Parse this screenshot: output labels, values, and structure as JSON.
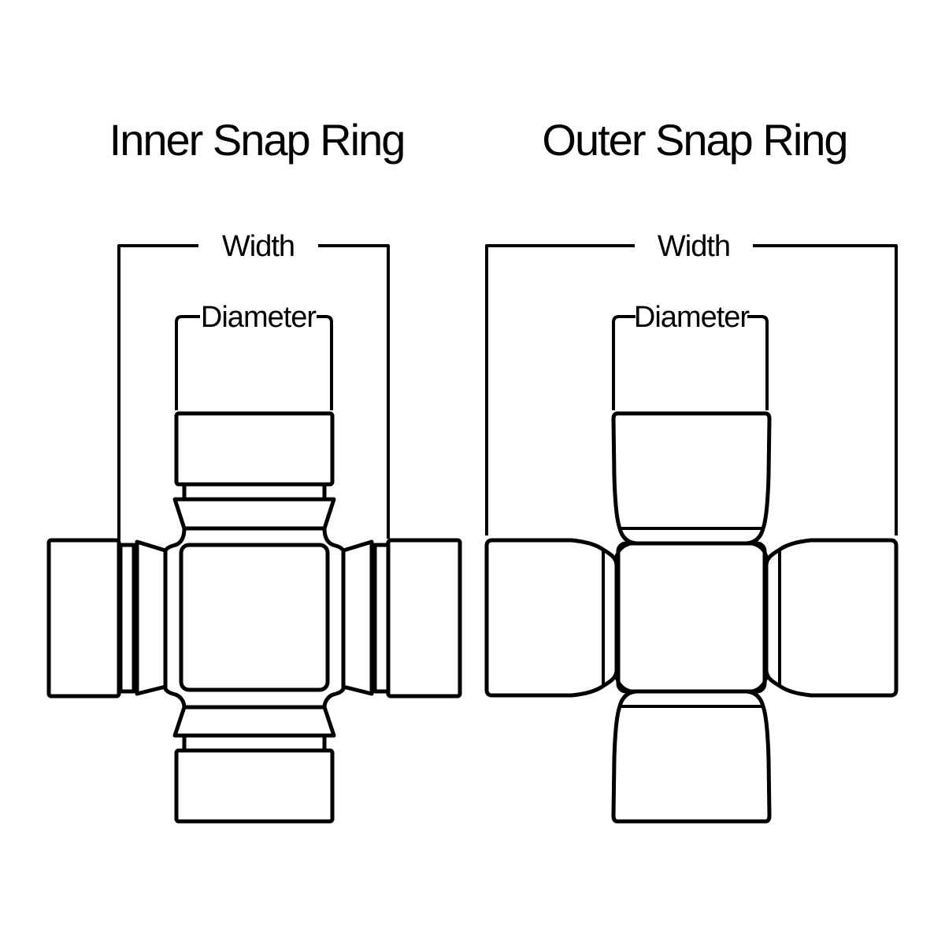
{
  "canvas": {
    "background_color": "#ffffff",
    "line_color": "#000000"
  },
  "inner_diagram": {
    "title": "Inner Snap Ring",
    "width_label": "Width",
    "diameter_label": "Diameter"
  },
  "outer_diagram": {
    "title": "Outer Snap Ring",
    "width_label": "Width",
    "diameter_label": "Diameter"
  }
}
